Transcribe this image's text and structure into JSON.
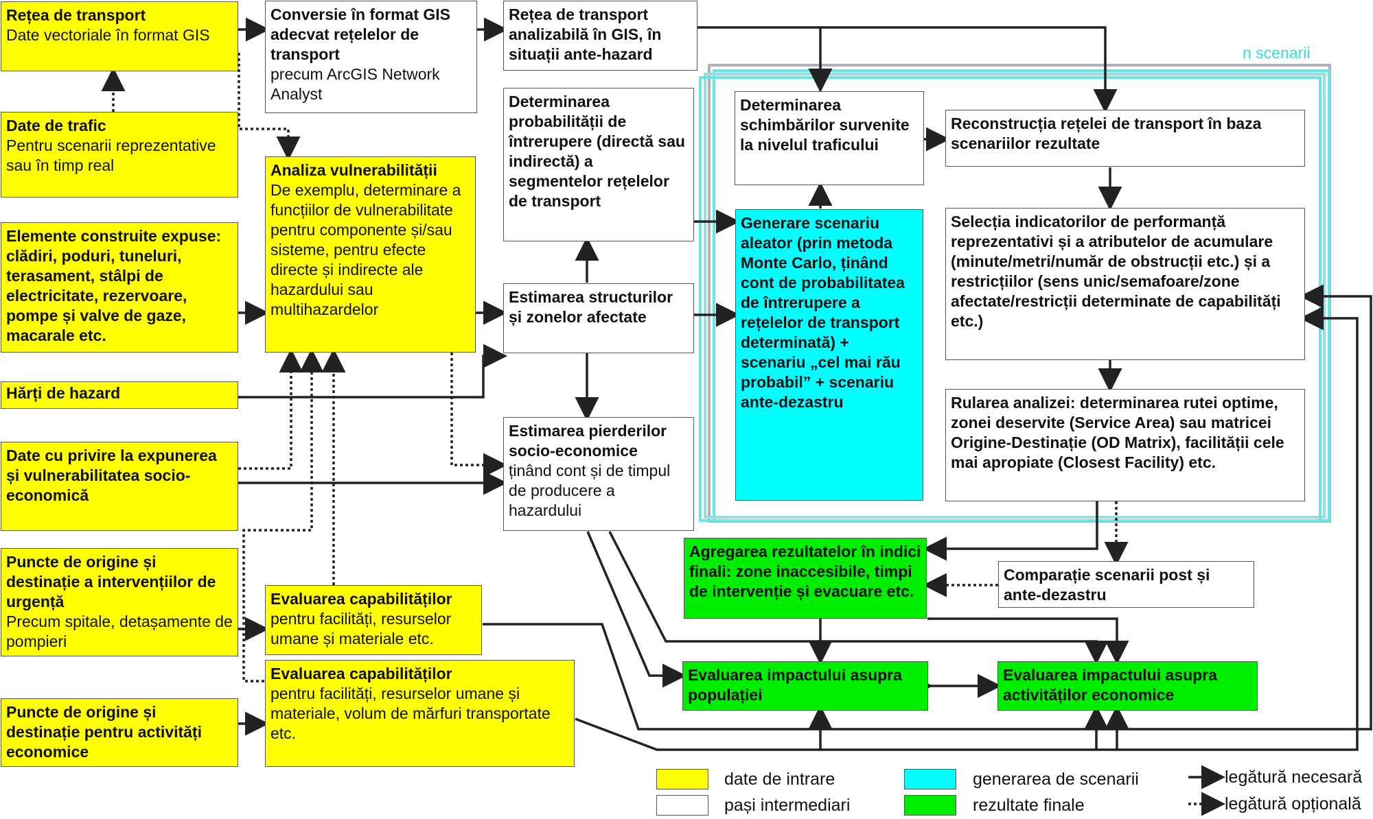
{
  "scenario_label": "n scenarii",
  "boxes": {
    "b1": {
      "title": "Rețea de transport",
      "body": "Date vectoriale în format GIS"
    },
    "b2": {
      "title": "Date de trafic",
      "body": "Pentru scenarii reprezentative sau în timp real"
    },
    "b3": {
      "title": "Elemente construite expuse: clădiri, poduri, tuneluri, terasament, stâlpi de electricitate, rezervoare, pompe și valve de gaze, macarale etc.",
      "body": ""
    },
    "b4": {
      "title": "Hărți de hazard",
      "body": ""
    },
    "b5": {
      "title": "Date cu privire la expunerea și vulnerabilitatea socio-economică",
      "body": ""
    },
    "b6": {
      "title": "Puncte de origine și destinație a intervențiilor de urgență",
      "body": "Precum spitale, detașamente de pompieri"
    },
    "b7": {
      "title": "Puncte de origine și destinație pentru activități economice",
      "body": ""
    },
    "b8": {
      "title": "Conversie în format GIS adecvat rețelelor de transport",
      "body": "precum ArcGIS Network Analyst"
    },
    "b9": {
      "title": "Analiza vulnerabilității",
      "body": "De exemplu, determinare a funcțiilor de vulnerabilitate pentru componente și/sau sisteme, pentru efecte directe și indirecte ale hazardului sau multihazardelor"
    },
    "b10": {
      "title": "Evaluarea capabilităților",
      "body": "pentru facilități, resurselor umane și materiale etc."
    },
    "b11": {
      "title": "Evaluarea capabilităților",
      "body": "pentru facilități, resurselor umane și materiale, volum de mărfuri transportate etc."
    },
    "b12": {
      "title": "Rețea de transport analizabilă în GIS, în situații ante-hazard",
      "body": ""
    },
    "b13": {
      "title": "Determinarea probabilității de întrerupere (directă sau indirectă) a segmentelor rețelelor de transport",
      "body": ""
    },
    "b14": {
      "title": "Estimarea structurilor și zonelor afectate",
      "body": ""
    },
    "b15": {
      "title": "Estimarea pierderilor socio-economice",
      "body": "ținând cont și de timpul de producere a hazardului"
    },
    "b16": {
      "title": "Determinarea schimbărilor survenite la nivelul traficului",
      "body": ""
    },
    "b17": {
      "title": "Generare scenariu aleator (prin metoda Monte Carlo, ținând cont de probabilitatea de întrerupere a rețelelor de transport determinată) + scenariu „cel mai rău probabil” + scenariu ante-dezastru",
      "body": ""
    },
    "b18": {
      "title": "Reconstrucția rețelei de transport în baza scenariilor rezultate",
      "body": ""
    },
    "b19": {
      "title": "Selecția indicatorilor de performanță reprezentativi și a atributelor de acumulare (minute/metri/număr de obstrucții etc.) și a restricțiilor (sens unic/semafoare/zone afectate/restricții determinate de capabilități etc.)",
      "body": ""
    },
    "b20": {
      "title": "Rularea analizei: determinarea rutei optime, zonei deservite (Service Area) sau matricei Origine-Destinație (OD Matrix), facilității cele mai apropiate (Closest Facility) etc.",
      "body": ""
    },
    "b21": {
      "title": "Agregarea rezultatelor în indici finali: zone inaccesibile, timpi de intervenție și evacuare etc.",
      "body": ""
    },
    "b22": {
      "title": "Comparație scenarii post și ante-dezastru",
      "body": ""
    },
    "b23": {
      "title": "Evaluarea impactului asupra populației",
      "body": ""
    },
    "b24": {
      "title": "Evaluarea impactului asupra activităților economice",
      "body": ""
    }
  },
  "legend": {
    "input": "date de intrare",
    "intermediate": "pași intermediari",
    "scenarios": "generarea de scenarii",
    "results": "rezultate finale",
    "required": "legătură necesară",
    "optional": "legătură opțională"
  },
  "colors": {
    "input": "#ffff00",
    "intermediate": "#ffffff",
    "scenarios": "#00ffff",
    "results": "#00ee00",
    "frame": "#99dddd"
  }
}
